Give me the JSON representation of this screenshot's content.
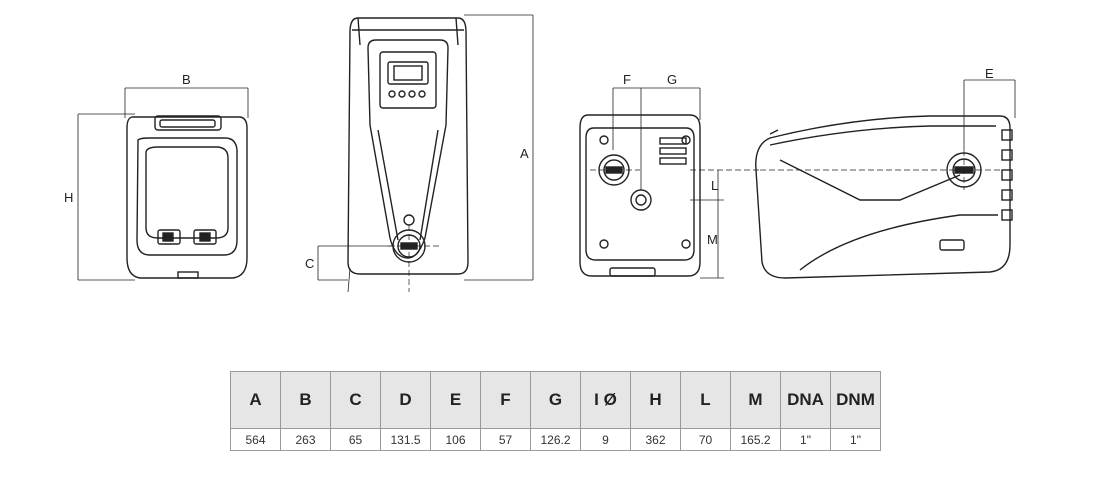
{
  "dimension_labels": {
    "front_width": "B",
    "front_height": "H",
    "side_height": "A",
    "side_outlet": "C",
    "rear_f": "F",
    "rear_g": "G",
    "rear_l": "L",
    "rear_m": "M",
    "top_e": "E"
  },
  "table": {
    "headers": [
      "A",
      "B",
      "C",
      "D",
      "E",
      "F",
      "G",
      "I Ø",
      "H",
      "L",
      "M",
      "DNA",
      "DNM"
    ],
    "values": [
      "564",
      "263",
      "65",
      "131.5",
      "106",
      "57",
      "126.2",
      "9",
      "362",
      "70",
      "165.2",
      "1\"",
      "1\""
    ]
  }
}
